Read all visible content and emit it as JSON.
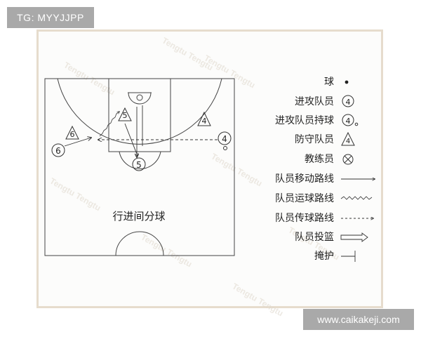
{
  "watermark_top": "TG: MYYJJPP",
  "watermark_bottom": "www.caikakeji.com",
  "diagram_title": "行进间分球",
  "players": {
    "p5_top": "5",
    "p6_wing": "6",
    "p6_bottom": "6",
    "p5_low": "5",
    "d4": "4",
    "o4": "4"
  },
  "legend": {
    "ball": "球",
    "offense_player": "进攻队员",
    "offense_with_ball": "进攻队员持球",
    "defense_player": "防守队员",
    "coach": "教练员",
    "move_path": "队员移动路线",
    "dribble_path": "队员运球路线",
    "pass_path": "队员传球路线",
    "shot": "队员投篮",
    "screen": "掩护",
    "sym_offense": "4",
    "sym_offense_ball": "4",
    "sym_defense": "4"
  },
  "faint_watermark": "Tengtu  Tengtu"
}
